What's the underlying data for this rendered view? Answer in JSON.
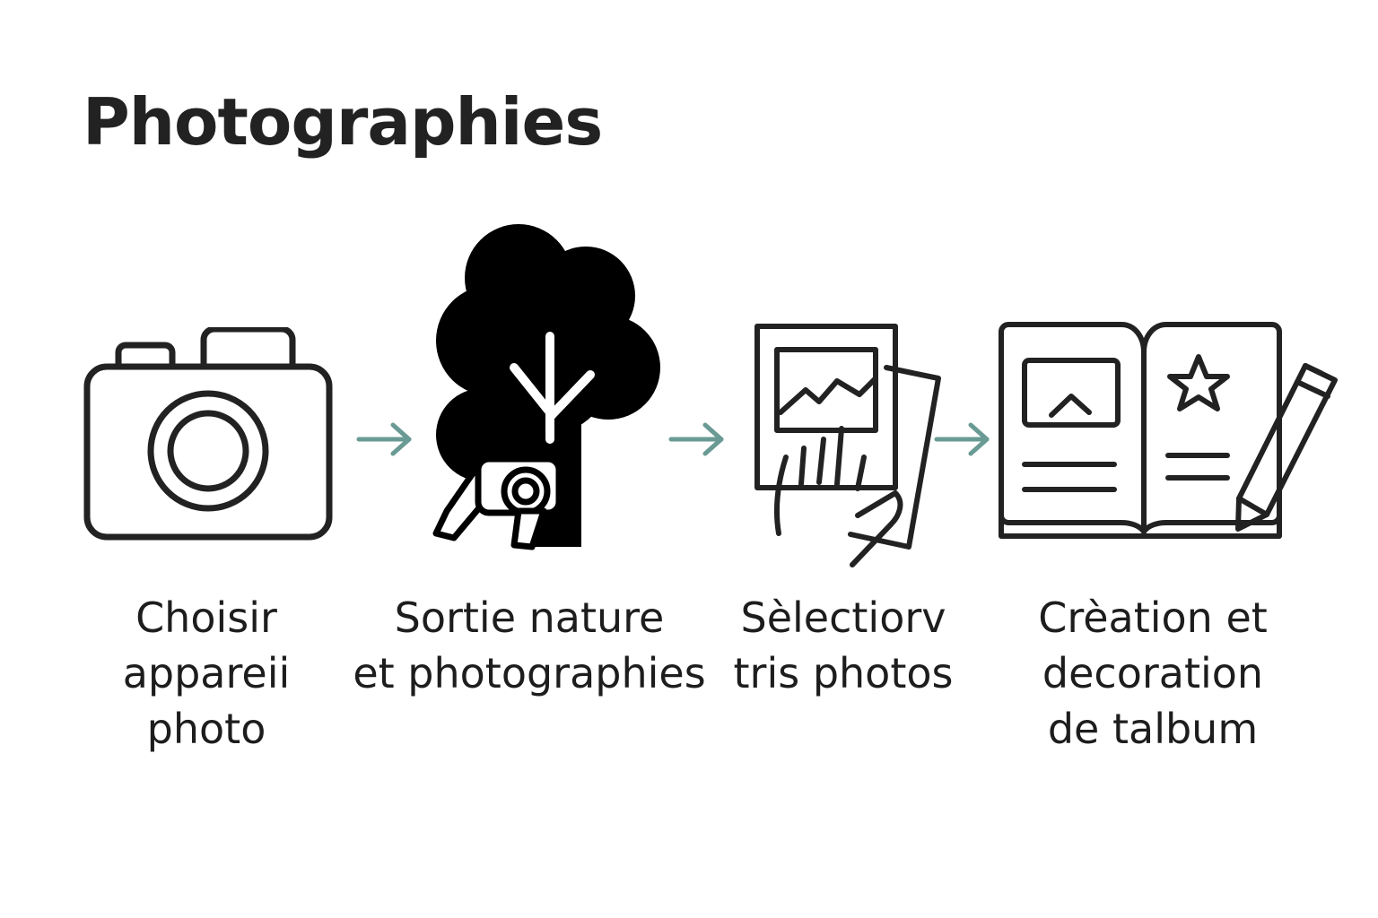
{
  "title": "Photographies",
  "accent_color": "#6a9a94",
  "steps": [
    {
      "icon": "camera-icon",
      "lines": [
        "Choisir",
        "appareii",
        "photo"
      ]
    },
    {
      "icon": "tree-photographer-icon",
      "lines": [
        "Sortie nature",
        "et photographies"
      ]
    },
    {
      "icon": "photo-selection-hand-icon",
      "lines": [
        "Sèlectiorv",
        "tris photos"
      ]
    },
    {
      "icon": "album-pencil-icon",
      "lines": [
        "Crèation et",
        "decoration",
        "de talbum"
      ]
    }
  ]
}
